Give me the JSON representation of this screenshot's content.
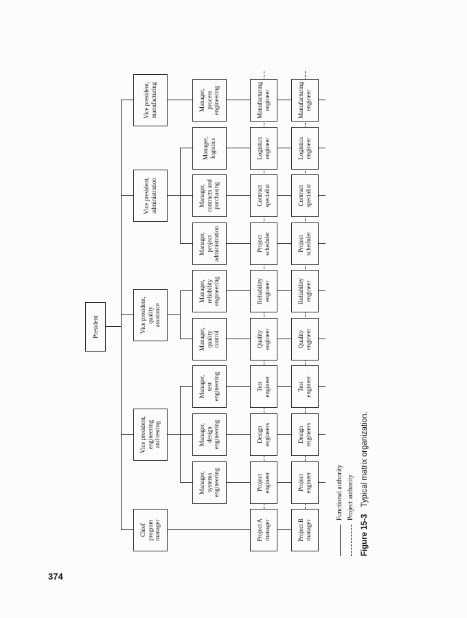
{
  "page": {
    "number": "374"
  },
  "figure": {
    "caption_label": "Figure 15-3",
    "caption_text": "Typical matrix organization.",
    "legend": {
      "functional": "Functional authority",
      "project": "Project authority"
    }
  },
  "org": {
    "president": "President",
    "level2": {
      "chief": "Chief\nprogram\nmanager",
      "vp_engineering": "Vice president,\nengineering\nand testing",
      "vp_quality": "Vice president,\nquality\nassurance",
      "vp_admin": "Vice president,\nadministration",
      "vp_manufacturing": "Vice president,\nmanufacturing"
    },
    "managers": {
      "systems": "Manager,\nsystems\nengineering",
      "design": "Manager,\ndesign\nengineering",
      "test": "Manager,\ntest\nengineering",
      "quality": "Manager,\nquality\ncontrol",
      "reliability": "Manager,\nreliability\nengineering",
      "project_admin": "Manager,\nproject\nadministration",
      "contracts": "Manager,\ncontracts and\npurchasing",
      "logistics": "Manager,\nlogistics",
      "process": "Manager,\nprocess\nengineering"
    },
    "project_a": "Project A\nmanager",
    "project_b": "Project B\nmanager",
    "staff": {
      "project_engineer": "Project\nengineer",
      "design_engineers": "Design\nengineers",
      "test_engineer": "Test\nengineer",
      "quality_engineer": "Quality\nengineer",
      "reliability_engineer": "Reliability\nengineer",
      "project_scheduler": "Project\nscheduler",
      "contract_specialist": "Contract\nspecialist",
      "logistics_engineer": "Logistics\nengineer",
      "manufacturing_engineer": "Manufacturing\nengineer"
    }
  }
}
